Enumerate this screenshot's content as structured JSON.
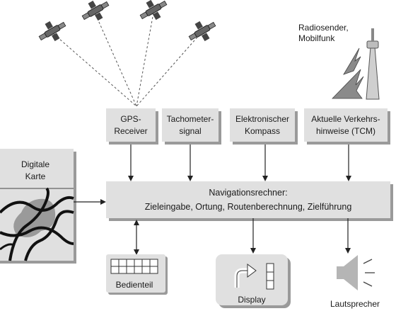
{
  "radio": {
    "line1": "Radiosender,",
    "line2": "Mobilfunk"
  },
  "inputs": [
    {
      "line1": "GPS-",
      "line2": "Receiver"
    },
    {
      "line1": "Tachometer-",
      "line2": "signal"
    },
    {
      "line1": "Elektronischer",
      "line2": "Kompass"
    },
    {
      "line1": "Aktuelle Verkehrs-",
      "line2": "hinweise (TCM)"
    }
  ],
  "map": {
    "line1": "Digitale",
    "line2": "Karte"
  },
  "computer": {
    "line1": "Navigationsrechner:",
    "line2": "Zieleingabe, Ortung, Routenberechnung, Zielführung"
  },
  "outputs": {
    "control": "Bedienteil",
    "display": "Display",
    "speaker": "Lautsprecher"
  },
  "icons": {
    "satellite": "satellite-icon",
    "tower": "radio-tower-icon",
    "map": "map-icon",
    "keypad": "keypad-icon",
    "display": "turn-arrow-icon",
    "speaker": "speaker-icon"
  }
}
